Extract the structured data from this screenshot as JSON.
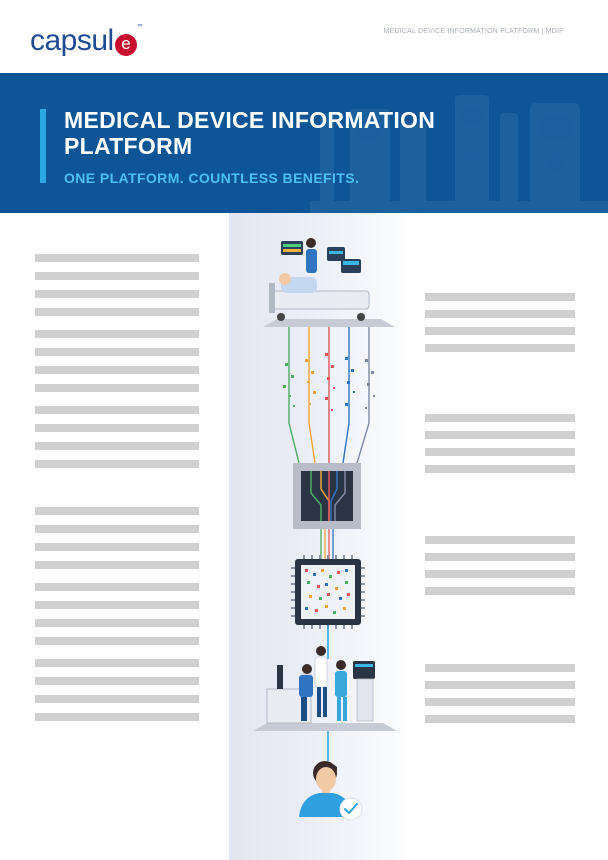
{
  "header": {
    "logo_text": "capsul",
    "logo_e": "e",
    "logo_tm": "™",
    "doc_ref": "MEDICAL DEVICE INFORMATION PLATFORM | MDIP"
  },
  "banner": {
    "title": "MEDICAL DEVICE INFORMATION PLATFORM",
    "tagline": "ONE PLATFORM. COUNTLESS BENEFITS."
  },
  "colors": {
    "brand_blue": "#0d5596",
    "accent_cyan": "#29a9e0",
    "logo_red": "#c8102e",
    "placeholder_gray": "#d0d0d0"
  },
  "illustration": {
    "stages": [
      "patient-bed-icon",
      "data-stream-icon",
      "connector-hub-icon",
      "processor-chip-icon",
      "clinicians-workstation-icon",
      "nurse-avatar-icon",
      "checkmark-icon"
    ]
  }
}
